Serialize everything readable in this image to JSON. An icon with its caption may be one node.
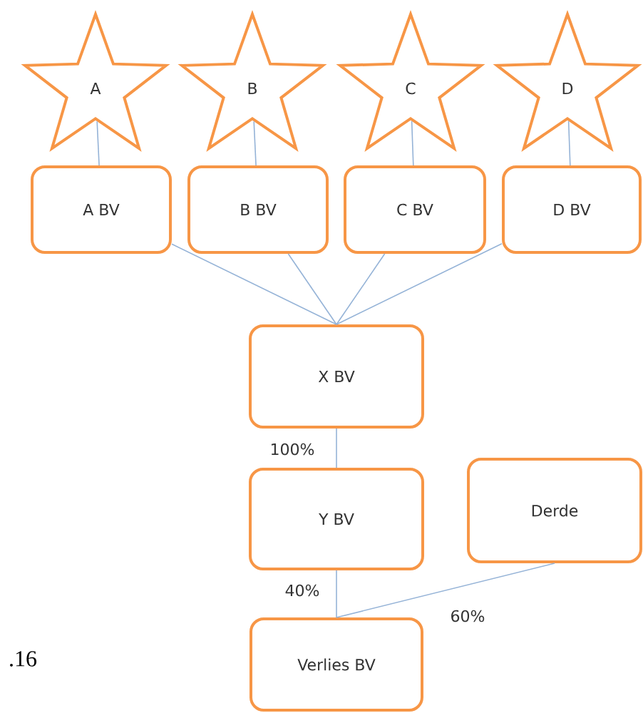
{
  "diagram": {
    "nodes": [
      {
        "text": [
          "A"
        ]
      },
      {
        "text": [
          "B"
        ]
      },
      {
        "text": [
          "C"
        ]
      },
      {
        "text": [
          "D"
        ]
      },
      {
        "text": [
          "A BV"
        ]
      },
      {
        "text": [
          "B BV"
        ]
      },
      {
        "text": [
          "C BV"
        ]
      },
      {
        "text": [
          "D BV"
        ]
      },
      {
        "text": [
          "X BV"
        ]
      },
      {
        "text": [
          "Y BV"
        ]
      },
      {
        "text": [
          "Derde"
        ]
      },
      {
        "text": [
          "Verlies BV"
        ]
      }
    ],
    "edges": [
      {
        "from": 0,
        "to": 4,
        "arrow": "none"
      },
      {
        "from": 1,
        "to": 5,
        "arrow": "none"
      },
      {
        "from": 2,
        "to": 6,
        "arrow": "none"
      },
      {
        "from": 3,
        "to": 7,
        "arrow": "none"
      },
      {
        "from": 4,
        "to": 8,
        "arrow": "none"
      },
      {
        "from": 5,
        "to": 8,
        "arrow": "none"
      },
      {
        "from": 6,
        "to": 8,
        "arrow": "none"
      },
      {
        "from": 7,
        "to": 8,
        "arrow": "none"
      },
      {
        "from": 8,
        "to": 9,
        "arrow": "none",
        "label": "100%"
      },
      {
        "from": 9,
        "to": 11,
        "arrow": "none",
        "label": "40%"
      },
      {
        "from": 10,
        "to": 11,
        "arrow": "none",
        "label": "60%"
      }
    ],
    "labels": [
      ".16"
    ]
  }
}
